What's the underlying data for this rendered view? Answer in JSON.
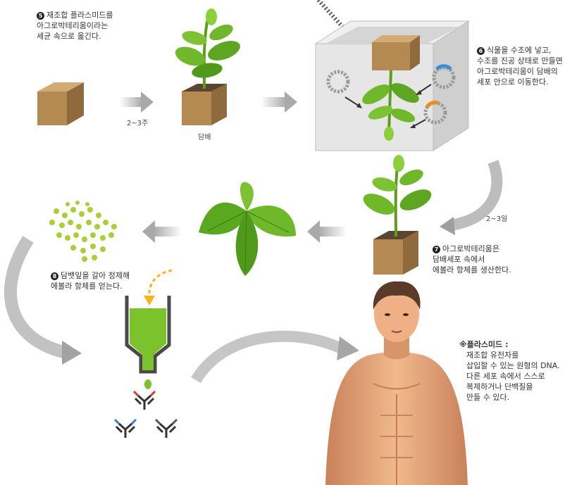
{
  "step5": {
    "num": "5",
    "lines": [
      "재조합 플라스미드를",
      "아그로박테리움이라는",
      "세균 속으로 옮긴다."
    ]
  },
  "label_weeks": "2~3주",
  "label_tobacco": "담배",
  "step6": {
    "num": "6",
    "lines": [
      "식물을 수조에 넣고,",
      "수조를 진공 상태로 만들면",
      "아그로박테리움이 담배의",
      "세포 안으로 이동한다."
    ]
  },
  "label_days": "2~3일",
  "step7": {
    "num": "7",
    "lines": [
      "아그로박테리움은",
      "담배세포 속에서",
      "에볼라 항체를 생산한다."
    ]
  },
  "step8": {
    "num": "8",
    "lines": [
      "담뱃잎을 갈아 정제해",
      "에볼라 항체를 얻는다."
    ]
  },
  "note": {
    "title": "※플라스미드 :",
    "lines": [
      "재조합 유전자를",
      "삽입할 수 있는 원형의 DNA.",
      "다른 세포 속에서 스스로",
      "복제하거나 단백질을",
      "만들 수 있다."
    ]
  },
  "colors": {
    "box": "#b58a52",
    "leaf": "#6fb82a",
    "leaf_dark": "#3f8a16",
    "arrow": "#c8c8c8",
    "chamber": "#dcdcdc",
    "skin": "#e7a77a",
    "liquid": "#7cc22d",
    "dashed_arrow": "#f4b41a"
  }
}
